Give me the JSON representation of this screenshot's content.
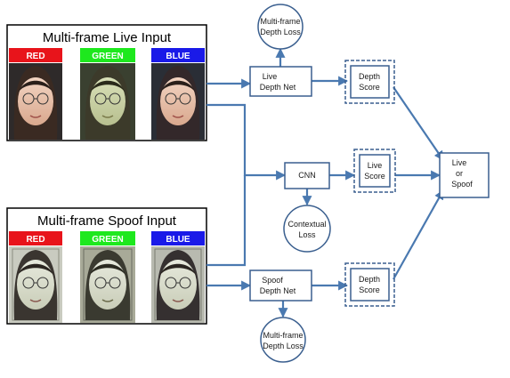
{
  "panels": {
    "live": {
      "title": "Multi-frame Live Input",
      "channels": [
        "RED",
        "GREEN",
        "BLUE"
      ]
    },
    "spoof": {
      "title": "Multi-frame Spoof Input",
      "channels": [
        "RED",
        "GREEN",
        "BLUE"
      ]
    }
  },
  "channel_colors": [
    "#e8141b",
    "#1ee81e",
    "#1a1ae8"
  ],
  "nodes": {
    "live_depth_net": [
      "Live",
      "Depth Net"
    ],
    "spoof_depth_net": [
      "Spoof",
      "Depth Net"
    ],
    "cnn": [
      "CNN"
    ],
    "depth_score_top": [
      "Depth",
      "Score"
    ],
    "live_score": [
      "Live",
      "Score"
    ],
    "depth_score_bottom": [
      "Depth",
      "Score"
    ],
    "output": [
      "Live",
      "or",
      "Spoof"
    ],
    "loss_top": [
      "Multi-frame",
      "Depth Loss"
    ],
    "loss_contextual": [
      "Contextual",
      "Loss"
    ],
    "loss_bottom": [
      "Multi-frame",
      "Depth Loss"
    ]
  },
  "colors": {
    "edge": "#4a79b0",
    "box_stroke": "#3a5f8f"
  }
}
